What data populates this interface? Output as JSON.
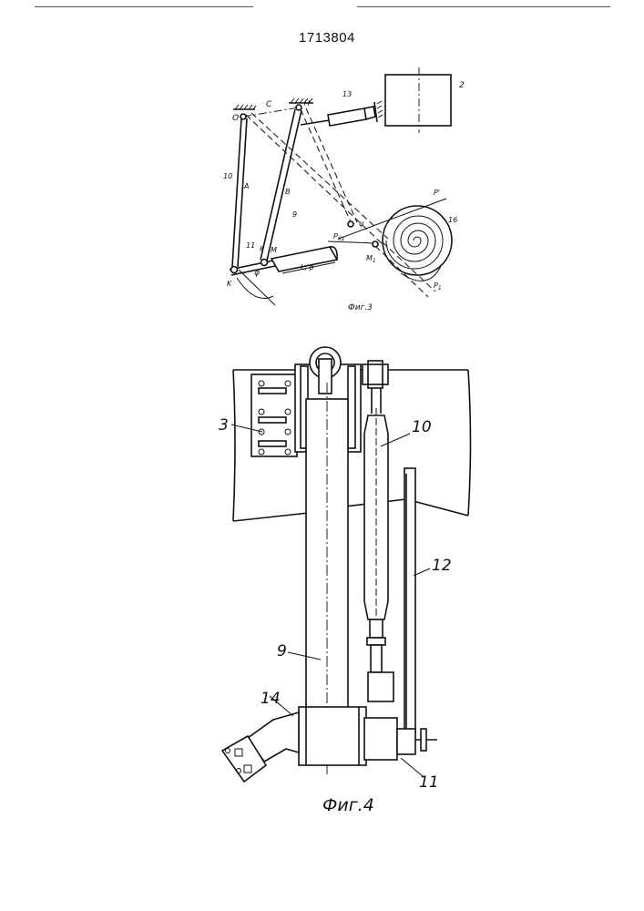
{
  "header": {
    "patent_number": "1713804"
  },
  "fig3": {
    "caption": "Фиг.3",
    "labels": {
      "O": "O",
      "C": "C",
      "H": "H",
      "n13": "13",
      "n2": "2",
      "n10": "10",
      "A": "A",
      "B": "B",
      "n9": "9",
      "n11": "11",
      "b": "в",
      "M": "M",
      "K": "K",
      "phi": "φ",
      "psi": "ψ",
      "Lp": "L, p",
      "Pk1": "P",
      "Pk1_sub": "K1",
      "P_prime": "P'",
      "n16": "16",
      "M1": "M",
      "M1_sub": "1",
      "P1": "P",
      "P1_sub": "1"
    }
  },
  "fig4": {
    "caption": "Фиг.4",
    "labels": {
      "n3": "3",
      "n10": "10",
      "n12": "12",
      "n9": "9",
      "n14": "14",
      "n11": "11"
    }
  }
}
